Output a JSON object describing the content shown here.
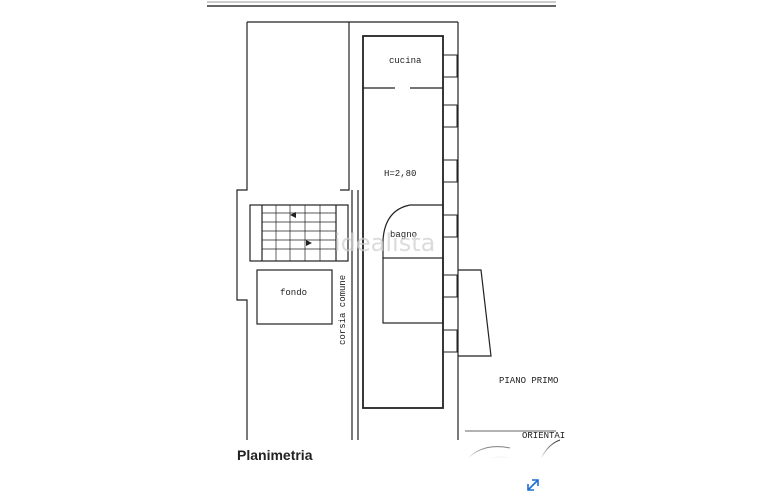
{
  "caption": "Planimetria",
  "rooms": {
    "cucina": "cucina",
    "height": "H=2,80",
    "bagno": "bagno",
    "fondo": "fondo",
    "corsia": "corsia comune"
  },
  "plan_notes": {
    "floor": "PIANO PRIMO",
    "orientation": "ORIENTAI"
  },
  "watermark": "idealista",
  "colors": {
    "ink": "#222222",
    "caption": "#222222",
    "expand_icon": "#1f6fd1"
  },
  "icons": {
    "expand": "expand-arrows-icon"
  }
}
